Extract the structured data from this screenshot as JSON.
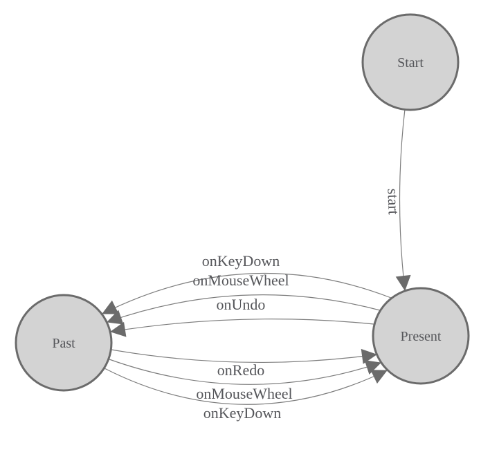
{
  "diagram": {
    "kind": "state-machine",
    "nodes": [
      {
        "id": "Start",
        "label": "Start"
      },
      {
        "id": "Present",
        "label": "Present"
      },
      {
        "id": "Past",
        "label": "Past"
      }
    ],
    "edges": [
      {
        "from": "Start",
        "to": "Present",
        "label": "start"
      },
      {
        "from": "Present",
        "to": "Past",
        "label": "onKeyDown"
      },
      {
        "from": "Present",
        "to": "Past",
        "label": "onMouseWheel"
      },
      {
        "from": "Present",
        "to": "Past",
        "label": "onUndo"
      },
      {
        "from": "Past",
        "to": "Present",
        "label": "onRedo"
      },
      {
        "from": "Past",
        "to": "Present",
        "label": "onMouseWheel"
      },
      {
        "from": "Past",
        "to": "Present",
        "label": "onKeyDown"
      }
    ],
    "colors": {
      "background": "#ffffff",
      "node_fill": "#d3d3d3",
      "node_border": "#6b6b6b",
      "edge_line": "#7d7d7d",
      "arrowhead": "#6b6b6b",
      "text": "#55565a"
    }
  }
}
